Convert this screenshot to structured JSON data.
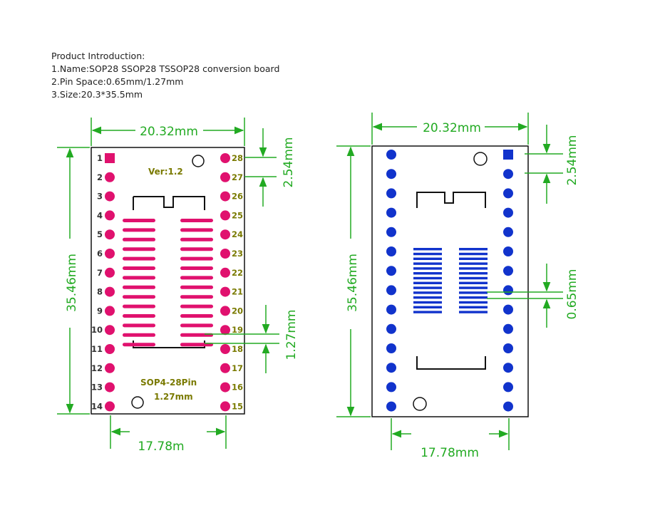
{
  "intro": {
    "heading": "Product Introduction:",
    "lines": [
      "1.Name:SOP28 SSOP28 TSSOP28 conversion board",
      "2.Pin Space:0.65mm/1.27mm",
      "3.Size:20.3*35.5mm"
    ]
  },
  "colors": {
    "dimension": "#22aa22",
    "left_pads": "#e0116e",
    "right_pads": "#1133cc",
    "silkscreen_text": "#7a7a00",
    "outline": "#111111"
  },
  "left_board": {
    "width_label": "20.32mm",
    "height_label": "35.46mm",
    "pitch_label": "2.54mm",
    "smd_pitch_label": "1.27mm",
    "bottom_label": "17.78m",
    "version": "Ver:1.2",
    "footprint": "SOP4-28Pin",
    "footprint_pitch": "1.27mm",
    "pin_numbers_left": [
      "1",
      "2",
      "3",
      "4",
      "5",
      "6",
      "7",
      "8",
      "9",
      "10",
      "11",
      "12",
      "13",
      "14"
    ],
    "pin_numbers_right": [
      "28",
      "27",
      "26",
      "25",
      "24",
      "23",
      "22",
      "21",
      "20",
      "19",
      "18",
      "17",
      "16",
      "15"
    ]
  },
  "right_board": {
    "width_label": "20.32mm",
    "height_label": "35.46mm",
    "pitch_label": "2.54mm",
    "smd_pitch_label": "0.65mm",
    "bottom_label": "17.78mm"
  }
}
